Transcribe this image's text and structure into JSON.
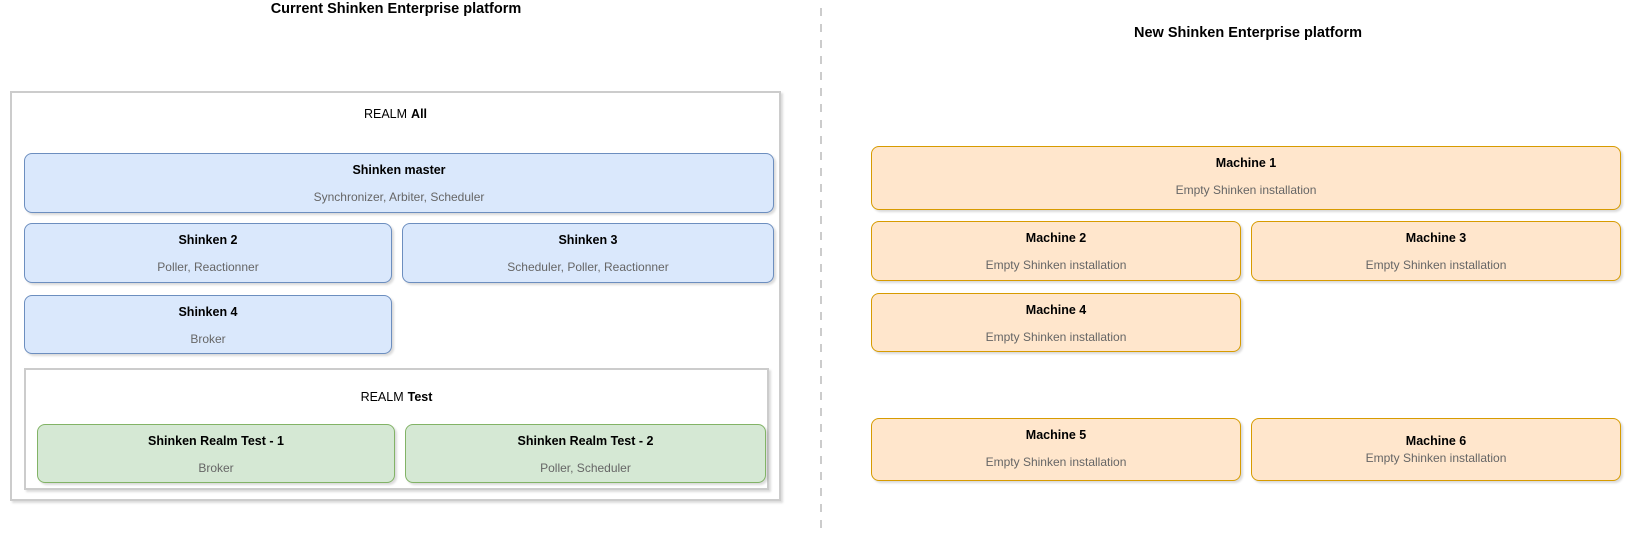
{
  "left": {
    "title": "Current Shinken Enterprise platform",
    "realm_all": {
      "label_prefix": "REALM",
      "label_name": "All",
      "nodes": [
        {
          "title": "Shinken master",
          "subtitle": "Synchronizer, Arbiter, Scheduler"
        },
        {
          "title": "Shinken 2",
          "subtitle": "Poller, Reactionner"
        },
        {
          "title": "Shinken 3",
          "subtitle": "Scheduler, Poller, Reactionner"
        },
        {
          "title": "Shinken 4",
          "subtitle": "Broker"
        }
      ],
      "realm_test": {
        "label_prefix": "REALM",
        "label_name": "Test",
        "nodes": [
          {
            "title": "Shinken Realm Test - 1",
            "subtitle": "Broker"
          },
          {
            "title": "Shinken Realm Test - 2",
            "subtitle": "Poller, Scheduler"
          }
        ]
      }
    }
  },
  "right": {
    "title": "New Shinken Enterprise platform",
    "machines": [
      {
        "title": "Machine 1",
        "subtitle": "Empty Shinken installation"
      },
      {
        "title": "Machine 2",
        "subtitle": "Empty Shinken installation"
      },
      {
        "title": "Machine 3",
        "subtitle": "Empty Shinken installation"
      },
      {
        "title": "Machine 4",
        "subtitle": "Empty Shinken installation"
      },
      {
        "title": "Machine 5",
        "subtitle": "Empty Shinken installation"
      },
      {
        "title": "Machine 6",
        "subtitle": "Empty Shinken installation"
      }
    ]
  },
  "colors": {
    "blue_fill": "#dae8fc",
    "blue_stroke": "#6c8ebf",
    "green_fill": "#d5e8d4",
    "green_stroke": "#82b366",
    "orange_fill": "#ffe6cc",
    "orange_stroke": "#d79b00",
    "container_stroke": "#cccccc",
    "subtitle_text": "#666666"
  }
}
